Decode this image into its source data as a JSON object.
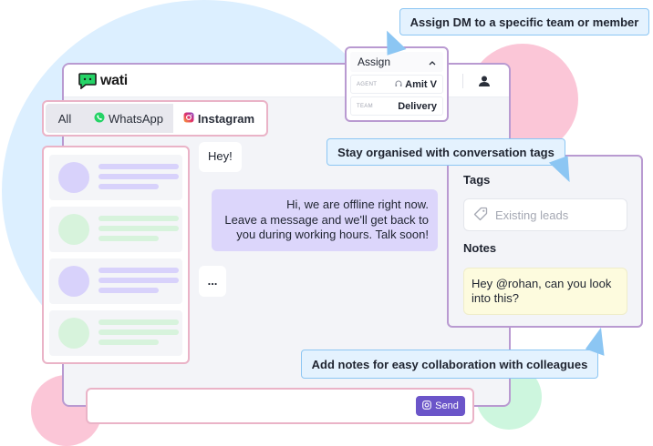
{
  "brand": {
    "name": "wati"
  },
  "channels": {
    "all": "All",
    "whatsapp": "WhatsApp",
    "instagram": "Instagram"
  },
  "messages": {
    "greeting": "Hey!",
    "offline_line1": "Hi, we are offline right now.",
    "offline_line2": "Leave a message and we'll get back to",
    "offline_line3": "you during working hours. Talk soon!",
    "typing": "..."
  },
  "assign": {
    "label": "Assign",
    "agent_key": "AGENT",
    "agent_value": "Amit V",
    "team_key": "TEAM",
    "team_value": "Delivery"
  },
  "sidebar": {
    "tags_heading": "Tags",
    "tag_placeholder": "Existing leads",
    "notes_heading": "Notes",
    "note_line1": "Hey @rohan, can you look",
    "note_line2": "into this?"
  },
  "composer": {
    "send_label": "Send"
  },
  "callouts": {
    "assign": "Assign DM to a specific team or member",
    "tags": "Stay organised with conversation tags",
    "notes": "Add notes for easy collaboration with colleagues"
  },
  "colors": {
    "accent_purple": "#6b55c9",
    "callout_bg": "#e4f2fe",
    "callout_border": "#8cc6f3",
    "frame_purple": "#b99ad1",
    "frame_pink": "#eab3c7",
    "offline_bubble": "#dcd6fb",
    "note_bg": "#fdfbde",
    "whatsapp_green": "#25d366"
  },
  "icons": [
    "whatsapp-icon",
    "instagram-icon",
    "profile-icon",
    "chevron-up-icon",
    "headset-icon",
    "tag-icon",
    "send-icon",
    "wati-logo-icon"
  ]
}
